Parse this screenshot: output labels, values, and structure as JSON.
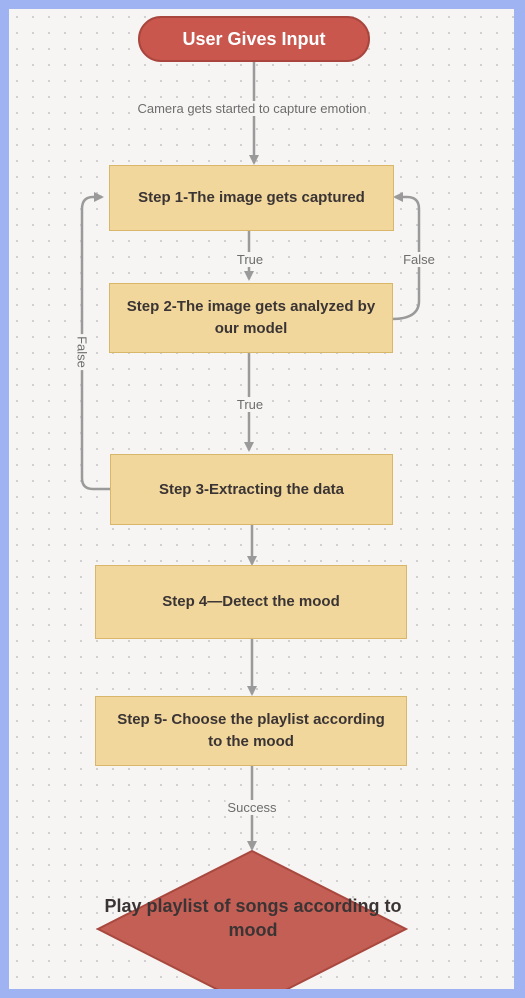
{
  "start_label": "User Gives Input",
  "edge_camera": "Camera gets started to capture emotion",
  "step1": "Step 1-The image gets captured",
  "step2": "Step 2-The image gets analyzed by our model",
  "step3": "Step 3-Extracting the data",
  "step4": "Step 4—Detect the mood",
  "step5": "Step 5- Choose the playlist according to the mood",
  "true1": "True",
  "true2": "True",
  "false_right": "False",
  "false_left": "False",
  "success": "Success",
  "end_label": "Play playlist of songs according to mood",
  "colors": {
    "border": "#9fb3f2",
    "terminal": "#c9574e",
    "process": "#f1d79b",
    "connector": "#999999"
  }
}
